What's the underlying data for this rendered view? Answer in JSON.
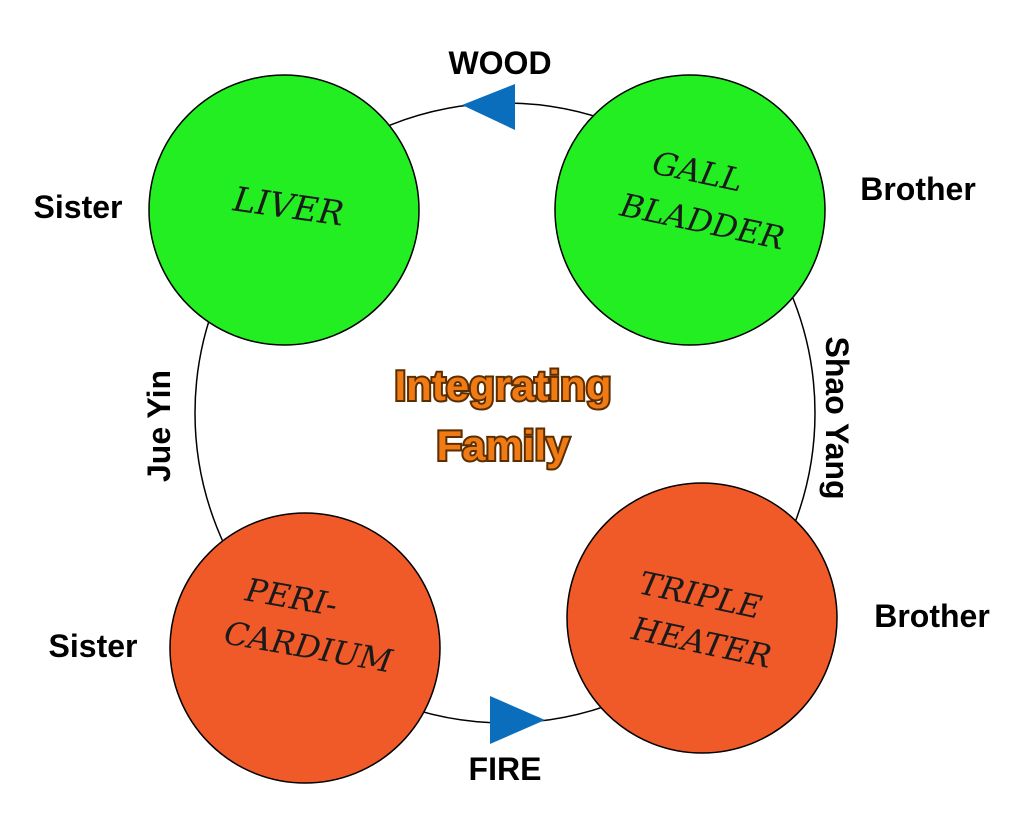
{
  "colors": {
    "wood_green": "#22ee22",
    "fire_orange": "#f05a28",
    "arrow_blue": "#0a6ebd",
    "ring_stroke": "#000000",
    "title_fill": "#f07a14",
    "title_stroke": "#5a2e00"
  },
  "elements": {
    "wood": "WOOD",
    "fire": "FIRE"
  },
  "organs": {
    "liver": [
      "LIVER"
    ],
    "gall_bladder": [
      "GALL",
      "BLADDER"
    ],
    "pericardium": [
      "PERI-",
      "CARDIUM"
    ],
    "triple_heater": [
      "TRIPLE",
      "HEATER"
    ]
  },
  "relations": {
    "liver": "Sister",
    "gall_bladder": "Brother",
    "pericardium": "Sister",
    "triple_heater": "Brother"
  },
  "channels": {
    "left": "Jue Yin",
    "right": "Shao Yang"
  },
  "center": {
    "line1": "Integrating",
    "line2": "Family"
  },
  "arrows": {
    "top": "arrow-left-icon",
    "bottom": "arrow-right-icon"
  }
}
